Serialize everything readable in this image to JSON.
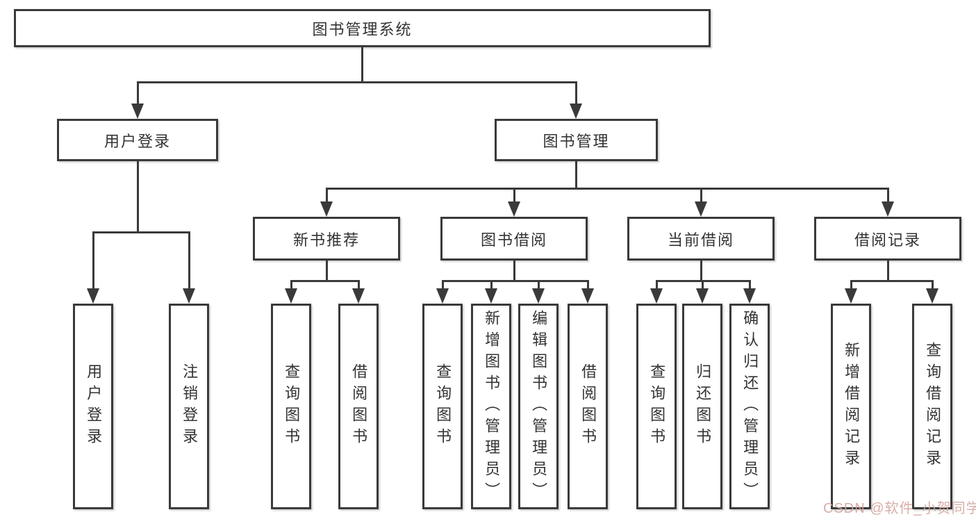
{
  "colors": {
    "stroke": "#3a3a3a",
    "text": "#333333",
    "background": "#ffffff",
    "watermark": "#d4a59e"
  },
  "watermark": {
    "text": "CSDN @软件_小贺同学"
  },
  "tree": {
    "root": {
      "label": "图书管理系统"
    },
    "branches": [
      {
        "label": "用户登录",
        "leaves": [
          {
            "label": "用户登录"
          },
          {
            "label": "注销登录"
          }
        ]
      },
      {
        "label": "图书管理",
        "groups": [
          {
            "label": "新书推荐",
            "leaves": [
              {
                "label": "查询图书"
              },
              {
                "label": "借阅图书"
              }
            ]
          },
          {
            "label": "图书借阅",
            "leaves": [
              {
                "label": "查询图书"
              },
              {
                "label": "新增图书（管理员）"
              },
              {
                "label": "编辑图书（管理员）"
              },
              {
                "label": "借阅图书"
              }
            ]
          },
          {
            "label": "当前借阅",
            "leaves": [
              {
                "label": "查询图书"
              },
              {
                "label": "归还图书"
              },
              {
                "label": "确认归还（管理员）"
              }
            ]
          },
          {
            "label": "借阅记录",
            "leaves": [
              {
                "label": "新增借阅记录"
              },
              {
                "label": "查询借阅记录"
              }
            ]
          }
        ]
      }
    ]
  }
}
